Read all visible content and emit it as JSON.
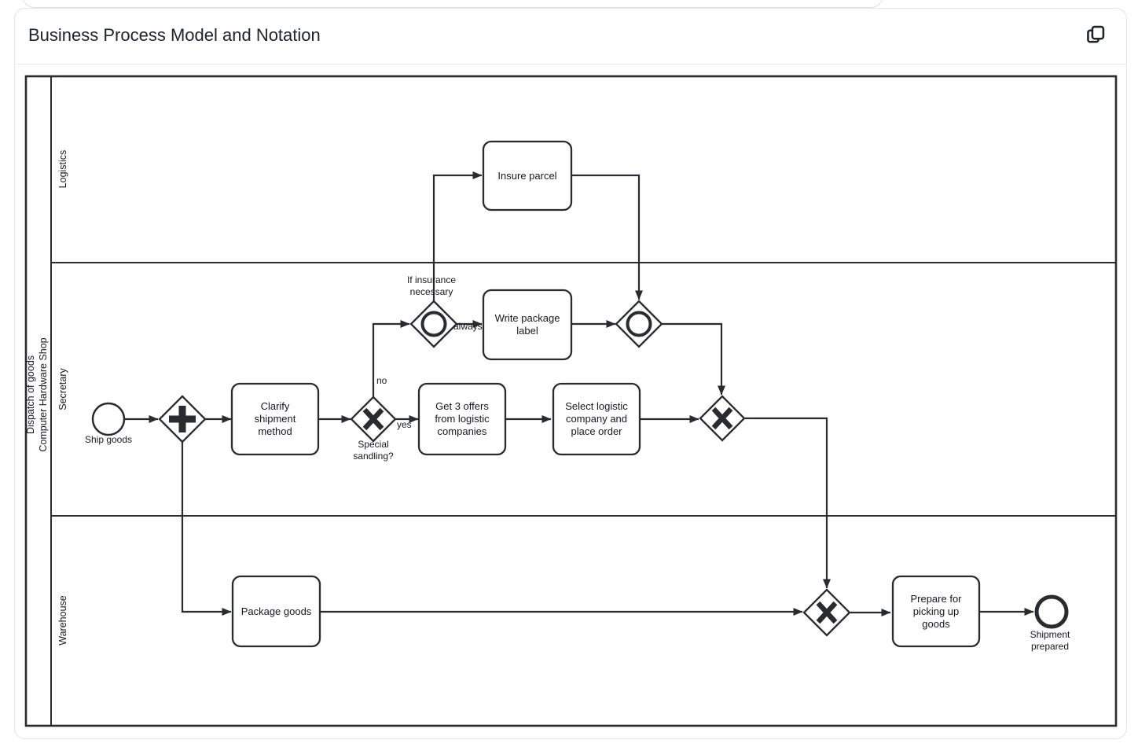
{
  "header": {
    "title": "Business Process Model and Notation",
    "copy_icon": "copy-icon"
  },
  "pool": {
    "title": "Dispatch of goods\nComputer Hardware Shop",
    "lanes": {
      "logistics": "Logistics",
      "secretary": "Secretary",
      "warehouse": "Warehouse"
    }
  },
  "nodes": {
    "start_event": "Ship goods",
    "clarify": "Clarify\nshipment\nmethod",
    "get_offers": "Get 3 offers\nfrom logistic\ncompanies",
    "select_company": "Select logistic\ncompany and\nplace order",
    "write_label": "Write package\nlabel",
    "insure_parcel": "Insure parcel",
    "package_goods": "Package goods",
    "prepare_pickup": "Prepare for\npicking up\ngoods",
    "end_event": "Shipment\nprepared"
  },
  "edge_labels": {
    "gateway_question": "Special\nsandling?",
    "yes": "yes",
    "no": "no",
    "always": "always",
    "insurance_condition": "If insurance\nnecessary"
  },
  "colors": {
    "diagram_stroke": "#2a2b30",
    "card_border": "#e3e4e8",
    "divider": "#e7e8ec",
    "text": "#17191e"
  }
}
